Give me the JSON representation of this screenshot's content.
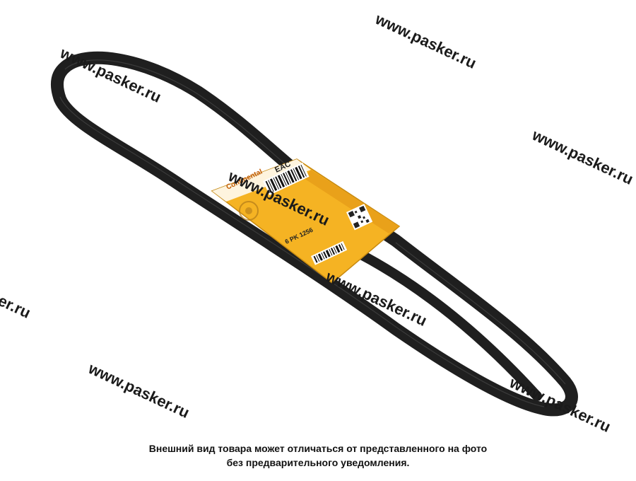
{
  "product": {
    "brand": "Continental",
    "marking": "6 PK 1256",
    "certification": "EAC",
    "label_color": "#f5b323",
    "belt_color": "#1f1f1f"
  },
  "watermarks": {
    "text": "www.pasker.ru",
    "partial_text": "er.ru"
  },
  "disclaimer": {
    "line1": "Внешний вид товара может отличаться от представленного на фото",
    "line2": "без предварительного уведомления."
  }
}
